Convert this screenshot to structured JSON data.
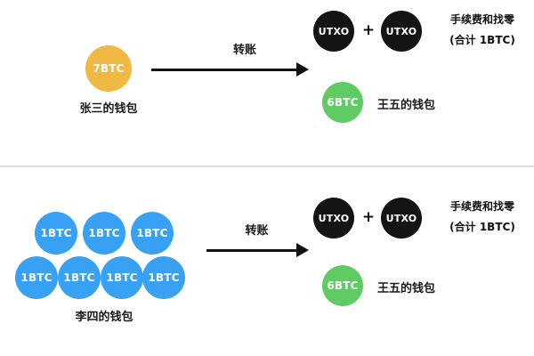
{
  "top": {
    "wallet_coin": "7BTC",
    "wallet_label": "张三的钱包",
    "arrow_label": "转账",
    "utxo_left": "UTXO",
    "plus": "+",
    "utxo_right": "UTXO",
    "fee_line1": "手续费和找零",
    "fee_line2": "(合计 1BTC)",
    "result_coin": "6BTC",
    "result_label": "王五的钱包"
  },
  "bottom": {
    "coins": [
      "1BTC",
      "1BTC",
      "1BTC",
      "1BTC",
      "1BTC",
      "1BTC",
      "1BTC"
    ],
    "wallet_label": "李四的钱包",
    "arrow_label": "转账",
    "utxo_left": "UTXO",
    "plus": "+",
    "utxo_right": "UTXO",
    "fee_line1": "手续费和找零",
    "fee_line2": "(合计 1BTC)",
    "result_coin": "6BTC",
    "result_label": "王五的钱包"
  },
  "colors": {
    "sender_single": "#EFB944",
    "sender_multi": "#38A1F3",
    "utxo": "#141414",
    "result": "#5ECC62",
    "arrow": "#111111",
    "divider": "#e0e0e0"
  }
}
